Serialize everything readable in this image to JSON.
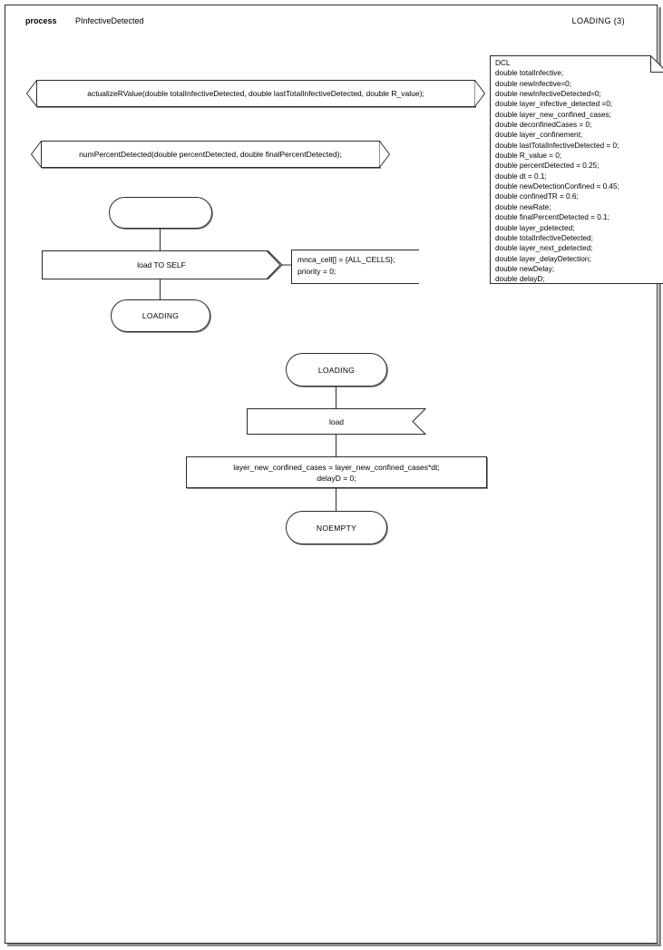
{
  "header": {
    "kind": "process",
    "name": "PInfectiveDetected",
    "page_label": "LOADING (3)"
  },
  "declaration_note": {
    "title": "DCL",
    "lines": [
      "DCL",
      "double totalInfective;",
      "double newInfective=0;",
      "double newInfectiveDetected=0;",
      "double layer_infective_detected =0;",
      "double layer_new_confined_cases;",
      "double deconfinedCases = 0;",
      "double layer_confinement;",
      "double lastTotalInfectiveDetected = 0;",
      "double R_value = 0;",
      "double percentDetected = 0.25;",
      "double dt = 0.1;",
      "double newDetectionConfined = 0.45;",
      "double confinedTR = 0.6;",
      "double newRate;",
      "double finalPercentDetected = 0.1;",
      "double layer_pdetected;",
      "double totalInfectiveDetected;",
      "double layer_next_pdetected;",
      "double layer_delayDetection;",
      "double newDelay;",
      "double delayD;"
    ],
    "text": "DCL\ndouble totalInfective;\ndouble newInfective=0;\ndouble newInfectiveDetected=0;\ndouble layer_infective_detected =0;\ndouble layer_new_confined_cases;\ndouble deconfinedCases = 0;\ndouble layer_confinement;\ndouble lastTotalInfectiveDetected = 0;\ndouble R_value = 0;\ndouble percentDetected = 0.25;\ndouble dt = 0.1;\ndouble newDetectionConfined = 0.45;\ndouble confinedTR = 0.6;\ndouble newRate;\ndouble finalPercentDetected = 0.1;\ndouble layer_pdetected;\ndouble totalInfectiveDetected;\ndouble layer_next_pdetected;\ndouble layer_delayDetection;\ndouble newDelay;\ndouble delayD;"
  },
  "procedures": [
    {
      "id": "actualize-rvalue",
      "text": "actualizeRValue(double totalInfectiveDetected, double lastTotalInfectiveDetected, double R_value);"
    },
    {
      "id": "num-percent-detected",
      "text": "numPercentDetected(double percentDetected, double finalPercentDetected);"
    }
  ],
  "flow_one": {
    "start_state": {
      "label": ""
    },
    "output": {
      "label": "load TO SELF"
    },
    "output_comment": {
      "text": "mnca_cell[] = {ALL_CELLS};\npriority = 0;"
    },
    "next_state": {
      "label": "LOADING"
    }
  },
  "flow_two": {
    "state": {
      "label": "LOADING"
    },
    "input": {
      "label": "load"
    },
    "task": {
      "text": "layer_new_confined_cases = layer_new_confined_cases*dt;\ndelayD = 0;"
    },
    "next_state": {
      "label": "NOEMPTY"
    }
  },
  "colors": {
    "stroke": "#2b2b2b",
    "shadow": "#8a8a90",
    "background": "#ffffff",
    "text": "#000000"
  }
}
